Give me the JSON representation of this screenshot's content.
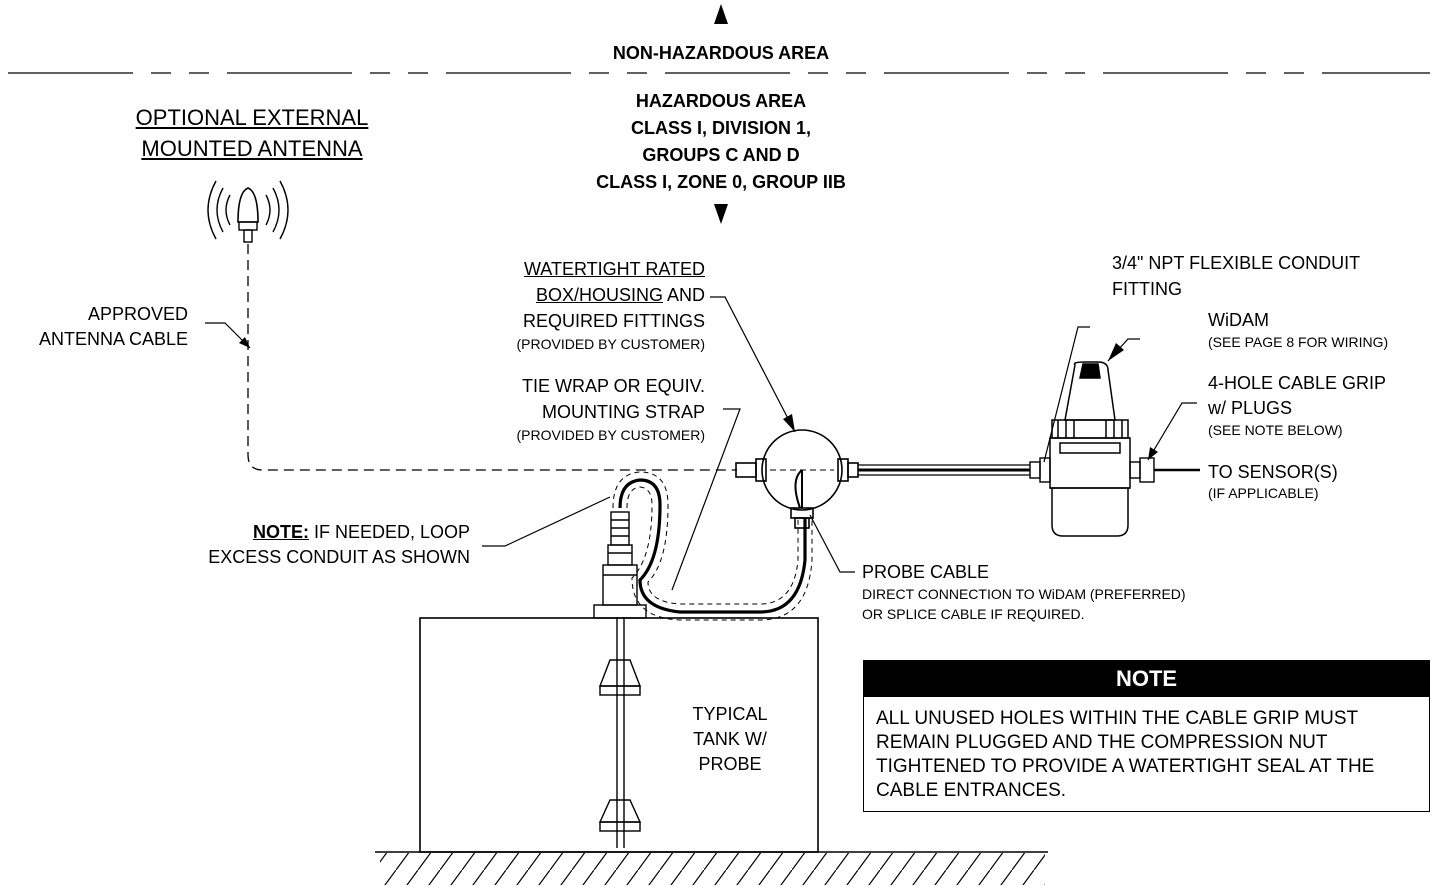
{
  "zones": {
    "non_hazardous": "NON-HAZARDOUS AREA",
    "hazardous_lines": [
      "HAZARDOUS AREA",
      "CLASS I, DIVISION 1,",
      "GROUPS C AND D",
      "CLASS I, ZONE 0, GROUP IIB"
    ]
  },
  "antenna": {
    "title_lines": [
      "OPTIONAL EXTERNAL",
      "MOUNTED ANTENNA"
    ],
    "cable_lines": [
      "APPROVED",
      "ANTENNA CABLE"
    ]
  },
  "box": {
    "line1": "WATERTIGHT RATED",
    "line2_underlined": "BOX/HOUSING",
    "line2_rest": " AND",
    "line3": "REQUIRED FITTINGS",
    "sub": "(PROVIDED BY CUSTOMER)"
  },
  "strap": {
    "line1": "TIE WRAP OR EQUIV.",
    "line2": "MOUNTING STRAP",
    "sub": "(PROVIDED BY CUSTOMER)"
  },
  "loop_note": {
    "prefix": "NOTE:",
    "line1_rest": " IF NEEDED, LOOP",
    "line2": "EXCESS CONDUIT AS SHOWN"
  },
  "conduit_fitting": {
    "lines": [
      "3/4\" NPT FLEXIBLE CONDUIT",
      "FITTING"
    ]
  },
  "widam": {
    "title": "WiDAM",
    "sub": "(SEE PAGE 8 FOR WIRING)"
  },
  "cable_grip": {
    "lines": [
      "4-HOLE CABLE GRIP",
      "w/ PLUGS"
    ],
    "sub": "(SEE NOTE BELOW)"
  },
  "sensor": {
    "title": "TO SENSOR(S)",
    "sub": "(IF APPLICABLE)"
  },
  "probe_cable": {
    "title": "PROBE CABLE",
    "sub_lines": [
      "DIRECT CONNECTION TO WiDAM (PREFERRED)",
      "OR SPLICE CABLE IF REQUIRED."
    ]
  },
  "tank": {
    "lines": [
      "TYPICAL",
      "TANK W/",
      "PROBE"
    ]
  },
  "note": {
    "heading": "NOTE",
    "body": "ALL UNUSED HOLES WITHIN THE CABLE GRIP MUST REMAIN PLUGGED AND THE COMPRESSION NUT TIGHTENED TO PROVIDE A WATERTIGHT SEAL AT THE CABLE ENTRANCES."
  }
}
